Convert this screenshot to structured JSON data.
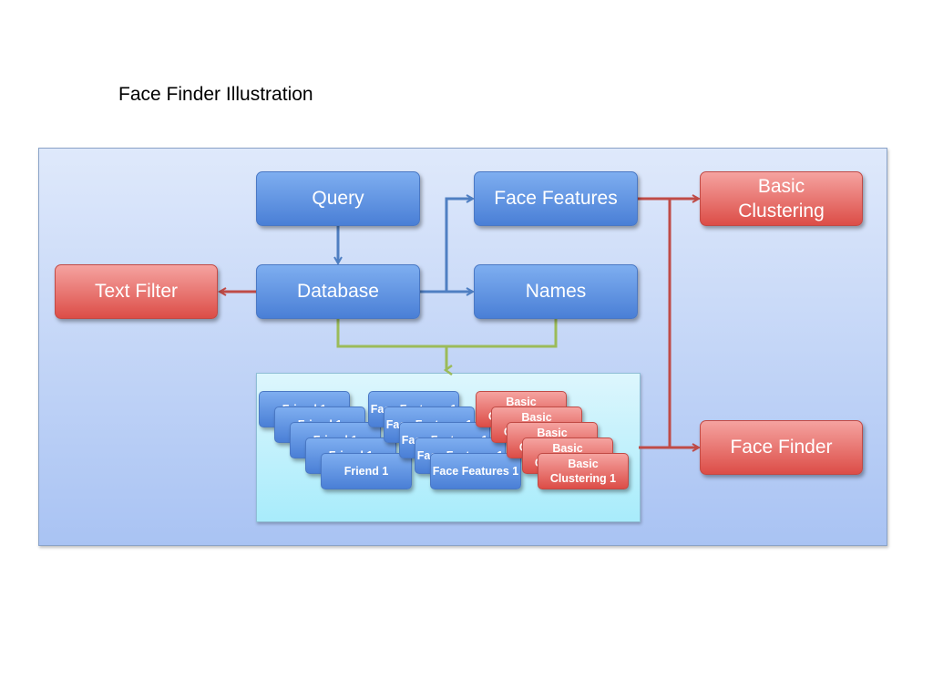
{
  "title": "Face Finder Illustration",
  "nodes": {
    "query": "Query",
    "database": "Database",
    "text_filter": "Text Filter",
    "face_features": "Face Features",
    "names": "Names",
    "basic_clustering": "Basic Clustering",
    "face_finder": "Face Finder"
  },
  "stack": {
    "friends": [
      "Friend 1",
      "Friend 1",
      "Friend 1",
      "Friend 1",
      "Friend 1"
    ],
    "face_features": [
      "Face Features 1",
      "Face Features 1",
      "Face Features 1",
      "Face Features 1",
      "Face Features 1"
    ],
    "clustering": [
      "Basic Clustering 1",
      "Basic Clustering 1",
      "Basic Clustering 1",
      "Basic Clustering 1",
      "Basic Clustering 1"
    ]
  },
  "colors": {
    "blue_box": "#5b8fe0",
    "red_box": "#e45a54",
    "blue_arrow": "#4f7fc2",
    "red_arrow": "#bf4b47",
    "green_arrow": "#9bbb59"
  }
}
